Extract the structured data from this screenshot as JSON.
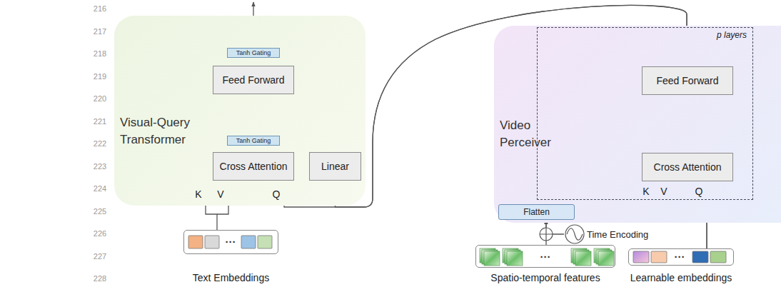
{
  "diagram": {
    "nodes": [
      {
        "text": [
          "Visual-Query Transformer"
        ]
      },
      {
        "text": [
          "Tanh Gating"
        ],
        "in": 0
      },
      {
        "text": [
          "Feed Forward"
        ],
        "in": 0
      },
      {
        "text": [
          "Tanh Gating"
        ],
        "in": 0
      },
      {
        "text": [
          "Cross Attention"
        ],
        "in": 0
      },
      {
        "text": [
          "Linear"
        ],
        "in": 0
      },
      {
        "text": [
          "Text Embeddings"
        ]
      },
      {
        "text": [
          "Video Perceiver"
        ]
      },
      {
        "text": [
          "p layers"
        ],
        "in": 7
      },
      {
        "text": [
          "Feed Forward"
        ],
        "in": 8
      },
      {
        "text": [
          "Cross Attention"
        ],
        "in": 8
      },
      {
        "text": [
          "Flatten"
        ],
        "in": 7
      },
      {
        "text": [
          "Time Encoding"
        ]
      },
      {
        "text": [
          "Spatio-temporal features"
        ]
      },
      {
        "text": [
          "Learnable embeddings"
        ]
      }
    ],
    "edges": [
      {
        "from": 6,
        "to": 4,
        "arrow": "to"
      },
      {
        "from": 4,
        "to": 3,
        "arrow": "to"
      },
      {
        "from": 3,
        "to": 2,
        "arrow": "to"
      },
      {
        "from": 5,
        "to": 2,
        "arrow": "to"
      },
      {
        "from": 2,
        "to": 1,
        "arrow": "to"
      },
      {
        "from": 8,
        "to": 4,
        "arrow": "to"
      },
      {
        "from": 8,
        "to": 5,
        "arrow": "to"
      },
      {
        "from": 13,
        "to": 11,
        "arrow": "to"
      },
      {
        "from": 12,
        "to": 11,
        "arrow": "to"
      },
      {
        "from": 11,
        "to": 10,
        "arrow": "to"
      },
      {
        "from": 14,
        "to": 10,
        "arrow": "to"
      },
      {
        "from": 10,
        "to": 9,
        "arrow": "to"
      },
      {
        "from": 14,
        "to": 9,
        "arrow": "to"
      }
    ],
    "labels": [
      "216",
      "217",
      "218",
      "219",
      "220",
      "221",
      "222",
      "223",
      "224",
      "225",
      "226",
      "227",
      "228",
      "K",
      "V",
      "Q",
      "K",
      "V",
      "Q",
      "···",
      "···",
      "···"
    ]
  }
}
